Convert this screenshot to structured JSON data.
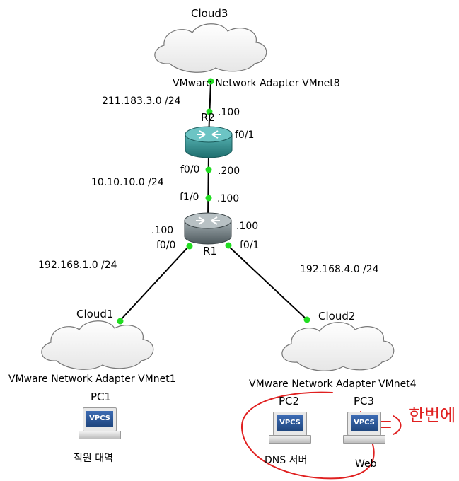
{
  "clouds": {
    "cloud3": {
      "name": "Cloud3",
      "adapter": "VMware Network Adapter VMnet8"
    },
    "cloud1": {
      "name": "Cloud1",
      "adapter": "VMware Network Adapter VMnet1"
    },
    "cloud2": {
      "name": "Cloud2",
      "adapter": "VMware Network Adapter VMnet4"
    }
  },
  "routers": {
    "r2": {
      "name": "R2",
      "top_addr": ".100",
      "top_if": "f0/1",
      "bottom_if": "f0/0",
      "bottom_addr": ".200"
    },
    "r1": {
      "name": "R1",
      "top_if": "f1/0",
      "top_addr": ".100",
      "left_addr": ".100",
      "left_if": "f0/0",
      "right_addr": ".100",
      "right_if": "f0/1"
    }
  },
  "networks": {
    "wan": "211.183.3.0 /24",
    "core": "10.10.10.0 /24",
    "lan1": "192.168.1.0 /24",
    "lan4": "192.168.4.0 /24"
  },
  "pcs": [
    {
      "name": "PC1",
      "badge": "VPCS",
      "caption": "직원 대역"
    },
    {
      "name": "PC2",
      "badge": "VPCS",
      "caption": "DNS 서버"
    },
    {
      "name": "PC3",
      "badge": "VPCS",
      "caption": "Web"
    }
  ],
  "annotation": {
    "text": "한번에",
    "color": "#e02020"
  },
  "colors": {
    "link_dot": "#22dd22",
    "router_r2": "#2e8c8c",
    "router_r1": "#6e7b80"
  }
}
